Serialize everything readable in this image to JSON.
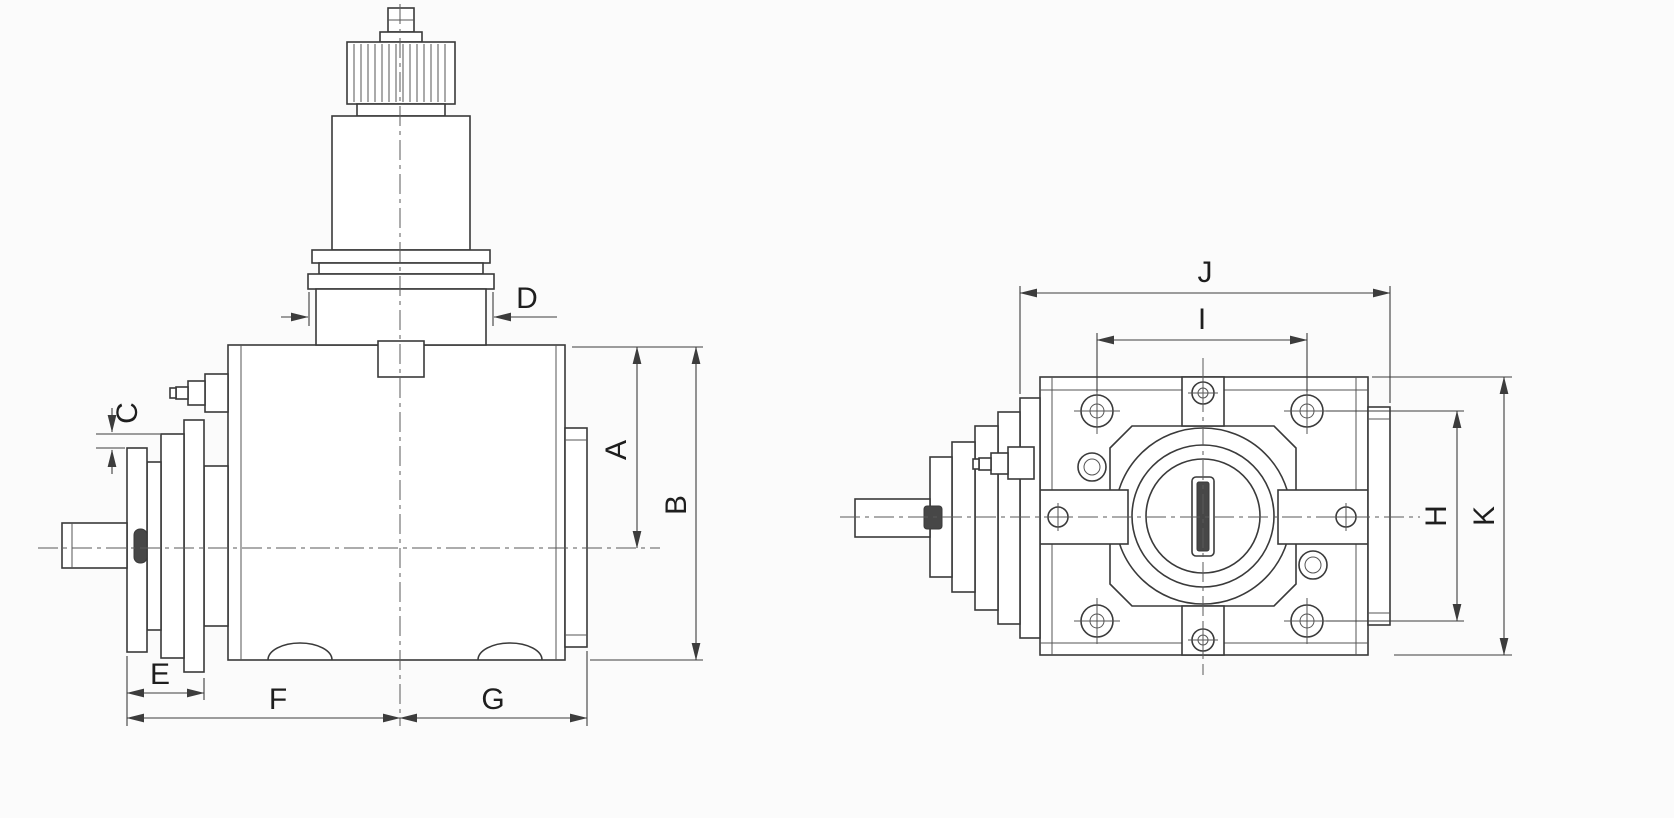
{
  "ink_color": "#3a3a3a",
  "labels": {
    "A": "A",
    "B": "B",
    "C": "C",
    "D": "D",
    "E": "E",
    "F": "F",
    "G": "G",
    "H": "H",
    "I": "I",
    "J": "J",
    "K": "K"
  }
}
